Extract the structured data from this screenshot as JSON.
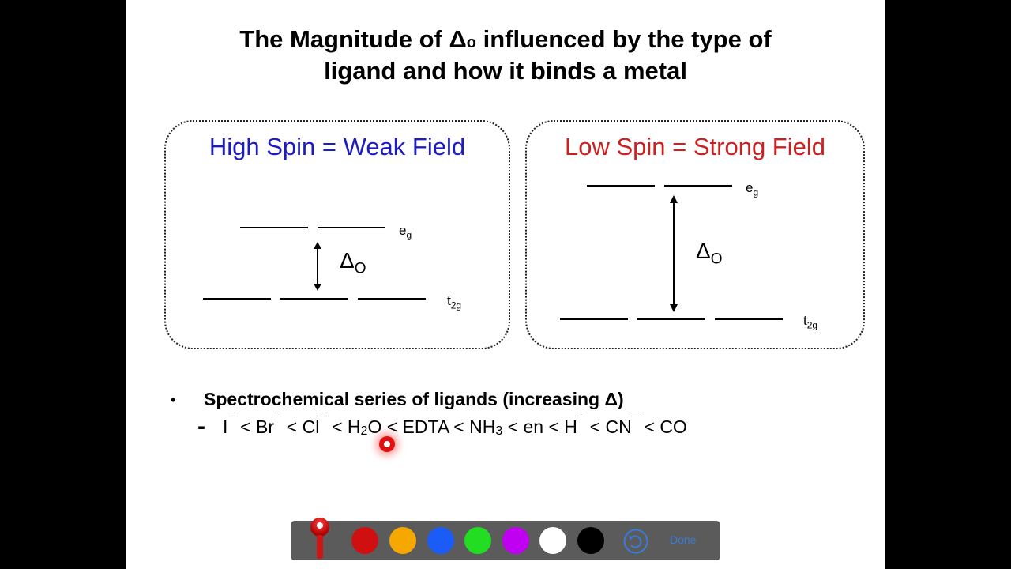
{
  "slide": {
    "title_line1_before": "The Magnitude of Δ",
    "title_line1_sub": "o",
    "title_line1_after": " influenced by the type of",
    "title_line2": "ligand and how it binds a metal"
  },
  "high_spin": {
    "heading": "High Spin = Weak Field",
    "eg_main": "e",
    "eg_sub": "g",
    "t2g_main": "t",
    "t2g_sub": "2g",
    "delta_main": "Δ",
    "delta_sub": "O",
    "color": "#1d1dbf"
  },
  "low_spin": {
    "heading": "Low Spin = Strong Field",
    "eg_main": "e",
    "eg_sub": "g",
    "t2g_main": "t",
    "t2g_sub": "2g",
    "delta_main": "Δ",
    "delta_sub": "O",
    "color": "#cc2020"
  },
  "bullets": {
    "marker": "•",
    "heading": "Spectrochemical series of ligands (increasing Δ)",
    "dash": "-",
    "series": {
      "i": "I",
      "lt1": " < Br",
      "lt2": " < Cl",
      "lt3": " < H",
      "h2o_sub": "2",
      "h2o_end": "O < EDTA < NH",
      "nh3_sub": "3",
      "after_nh3": " < en < H",
      "lt4": " < CN",
      "lt5": " < CO",
      "minus": "¯"
    }
  },
  "toolbar": {
    "done_label": "Done",
    "colors": [
      "#d01010",
      "#f5a800",
      "#1a5cf5",
      "#22dd22",
      "#c000f0",
      "#ffffff",
      "#000000"
    ],
    "accent": "#3a7bd5"
  }
}
